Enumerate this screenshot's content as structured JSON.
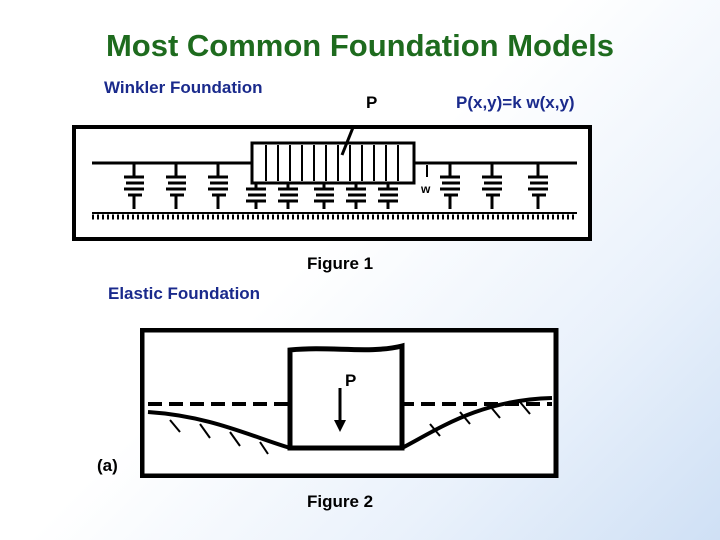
{
  "title": "Most Common Foundation Models",
  "winkler": {
    "heading": "Winkler Foundation",
    "load_label": "P",
    "equation": "P(x,y)=k w(x,y)",
    "deflection_label": "w",
    "caption": "Figure 1"
  },
  "elastic": {
    "heading": "Elastic Foundation",
    "load_label": "P",
    "sub_label": "(a)",
    "caption": "Figure 2"
  }
}
